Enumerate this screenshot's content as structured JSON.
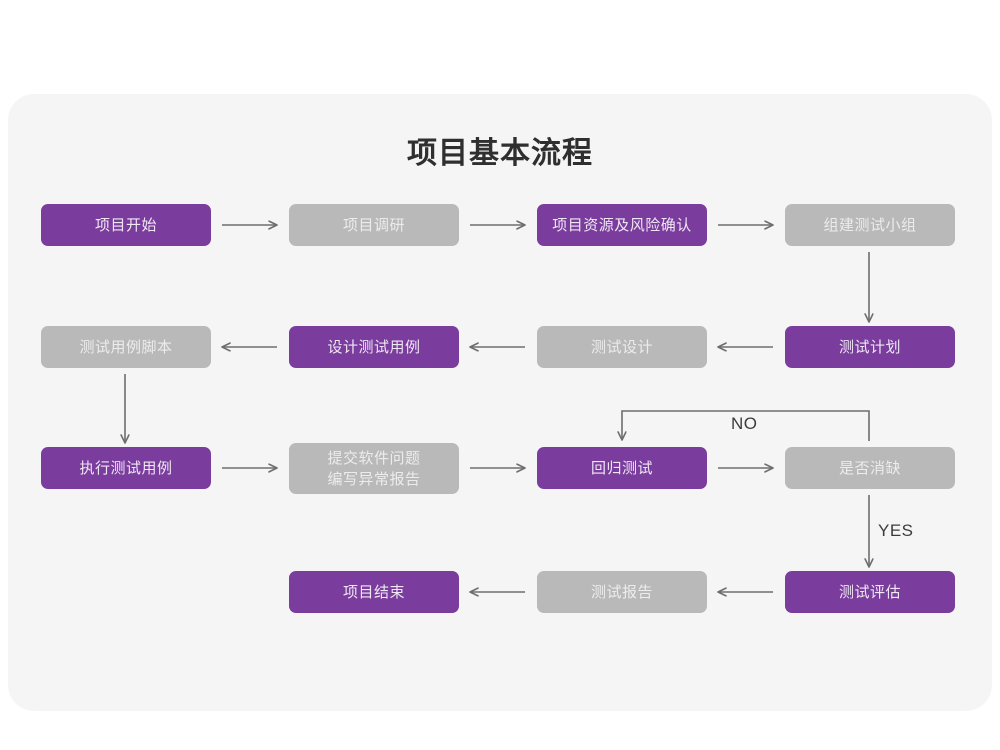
{
  "card": {
    "background": "#f5f5f5",
    "page_background": "#ffffff"
  },
  "title": "项目基本流程",
  "colors": {
    "purple": "#7a3d9e",
    "purple_text": "#efe7f3",
    "gray": "#b9b9b9",
    "gray_text": "#ececec",
    "connector": "#6e6e6e",
    "label_text": "#3c3c3c"
  },
  "nodes": [
    {
      "id": "n1",
      "label": "项目开始",
      "style": "purple",
      "row": 1,
      "col": 1
    },
    {
      "id": "n2",
      "label": "项目调研",
      "style": "gray",
      "row": 1,
      "col": 2
    },
    {
      "id": "n3",
      "label": "项目资源及风险确认",
      "style": "purple",
      "row": 1,
      "col": 3
    },
    {
      "id": "n4",
      "label": "组建测试小组",
      "style": "gray",
      "row": 1,
      "col": 4
    },
    {
      "id": "n5",
      "label": "测试用例脚本",
      "style": "gray",
      "row": 2,
      "col": 1
    },
    {
      "id": "n6",
      "label": "设计测试用例",
      "style": "purple",
      "row": 2,
      "col": 2
    },
    {
      "id": "n7",
      "label": "测试设计",
      "style": "gray",
      "row": 2,
      "col": 3
    },
    {
      "id": "n8",
      "label": "测试计划",
      "style": "purple",
      "row": 2,
      "col": 4
    },
    {
      "id": "n9",
      "label": "执行测试用例",
      "style": "purple",
      "row": 3,
      "col": 1
    },
    {
      "id": "n10",
      "label": "提交软件问题\n编写异常报告",
      "style": "gray",
      "row": 3,
      "col": 2
    },
    {
      "id": "n11",
      "label": "回归测试",
      "style": "purple",
      "row": 3,
      "col": 3
    },
    {
      "id": "n12",
      "label": "是否消缺",
      "style": "gray",
      "row": 3,
      "col": 4
    },
    {
      "id": "n13",
      "label": "项目结束",
      "style": "purple",
      "row": 4,
      "col": 2
    },
    {
      "id": "n14",
      "label": "测试报告",
      "style": "gray",
      "row": 4,
      "col": 3
    },
    {
      "id": "n15",
      "label": "测试评估",
      "style": "purple",
      "row": 4,
      "col": 4
    }
  ],
  "edge_labels": {
    "no": "NO",
    "yes": "YES"
  },
  "edges": [
    {
      "from": "n1",
      "to": "n2",
      "direction": "right"
    },
    {
      "from": "n2",
      "to": "n3",
      "direction": "right"
    },
    {
      "from": "n3",
      "to": "n4",
      "direction": "right"
    },
    {
      "from": "n4",
      "to": "n8",
      "direction": "down"
    },
    {
      "from": "n8",
      "to": "n7",
      "direction": "left"
    },
    {
      "from": "n7",
      "to": "n6",
      "direction": "left"
    },
    {
      "from": "n6",
      "to": "n5",
      "direction": "left"
    },
    {
      "from": "n5",
      "to": "n9",
      "direction": "down"
    },
    {
      "from": "n9",
      "to": "n10",
      "direction": "right"
    },
    {
      "from": "n10",
      "to": "n11",
      "direction": "right"
    },
    {
      "from": "n11",
      "to": "n12",
      "direction": "right"
    },
    {
      "from": "n12",
      "to": "n11",
      "direction": "loop-up",
      "label": "NO"
    },
    {
      "from": "n12",
      "to": "n15",
      "direction": "down",
      "label": "YES"
    },
    {
      "from": "n15",
      "to": "n14",
      "direction": "left"
    },
    {
      "from": "n14",
      "to": "n13",
      "direction": "left"
    }
  ]
}
